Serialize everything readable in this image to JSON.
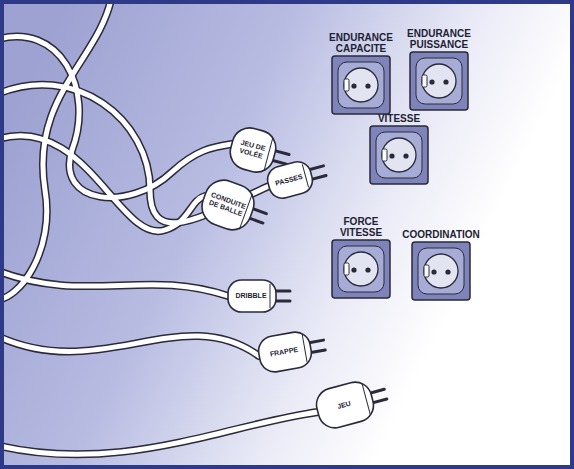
{
  "diagram": {
    "nodes": [
      {
        "text": [
          "ENDURANCE CAPACITE"
        ]
      },
      {
        "text": [
          "ENDURANCE PUISSANCE"
        ]
      },
      {
        "text": [
          "JEU DE VOLÉE"
        ]
      },
      {
        "text": [
          "VITESSE"
        ]
      },
      {
        "text": [
          "PASSES"
        ]
      },
      {
        "text": [
          "CONDUITE DE BALLE"
        ]
      },
      {
        "text": [
          "FORCE VITESSE"
        ]
      },
      {
        "text": [
          "COORDINATION"
        ]
      },
      {
        "text": [
          "DRIBBLE"
        ]
      },
      {
        "text": [
          "FRAPPE"
        ]
      },
      {
        "text": [
          "JEU"
        ]
      }
    ]
  }
}
